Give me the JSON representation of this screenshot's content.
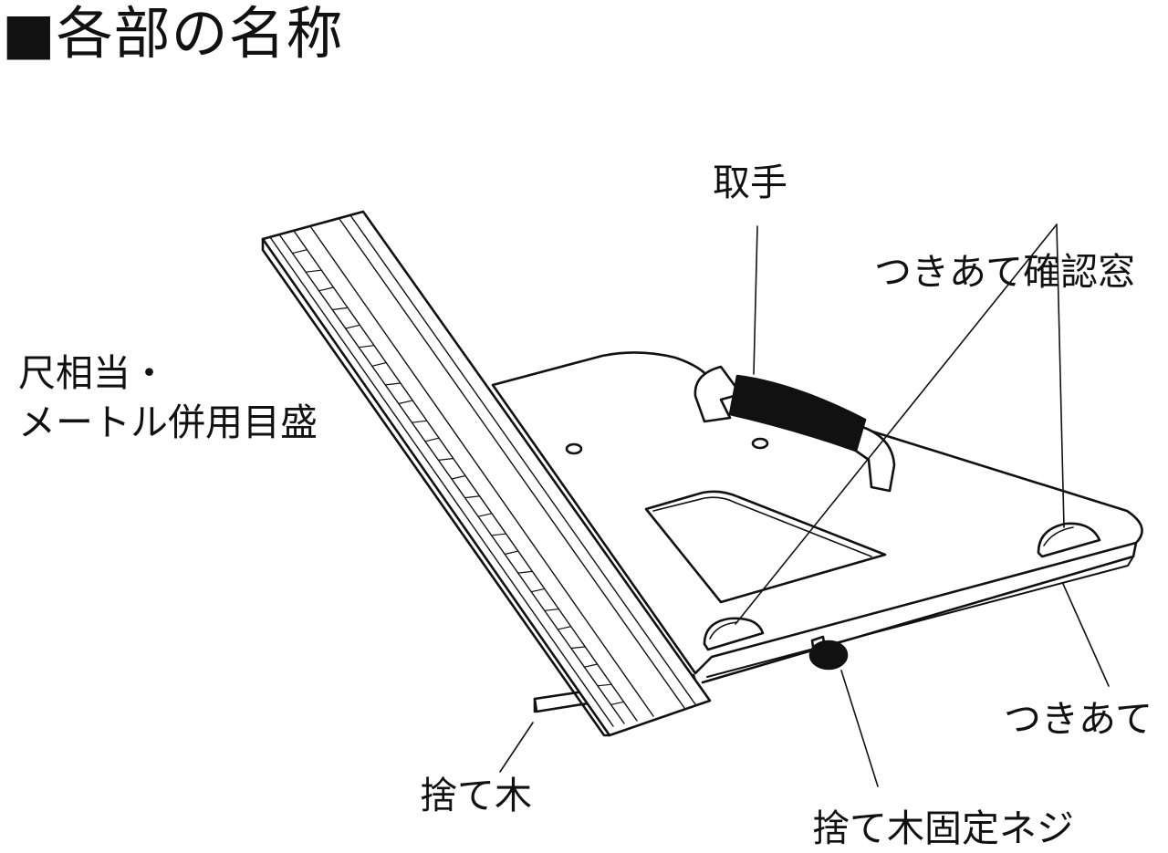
{
  "title": "■各部の名称",
  "labels": {
    "handle": "取手",
    "fence_window": "つきあて確認窓",
    "scale_line1": "尺相当・",
    "scale_line2": "メートル併用目盛",
    "fence": "つきあて",
    "sacrificial_wood": "捨て木",
    "sacrificial_wood_screw": "捨て木固定ネジ"
  },
  "colors": {
    "ink": "#111111",
    "background": "#ffffff"
  }
}
